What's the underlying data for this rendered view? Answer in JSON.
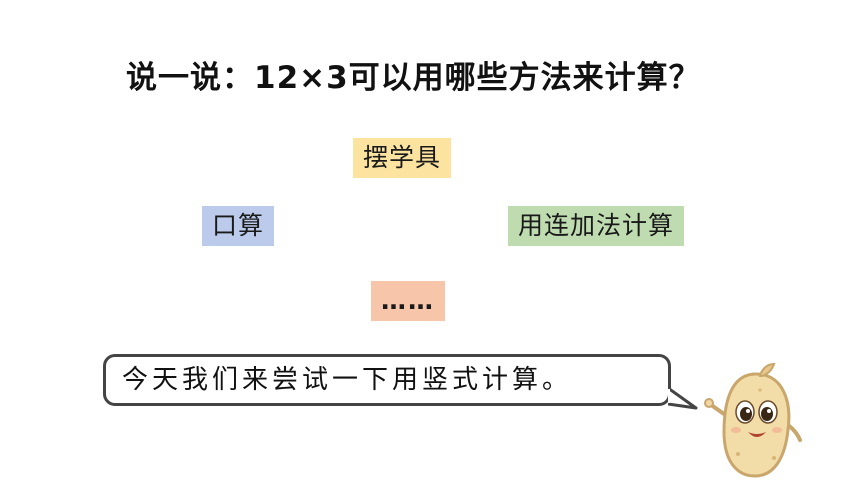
{
  "question": "说一说：12×3可以用哪些方法来计算？",
  "methods": [
    {
      "label": "摆学具",
      "color": "#fde3a0"
    },
    {
      "label": "口算",
      "color": "#bccbeb"
    },
    {
      "label": "用连加法计算",
      "color": "#bfdcb1"
    },
    {
      "label": "……",
      "color": "#f7c6aa"
    }
  ],
  "speech_bubble": {
    "text": "今天我们来尝试一下用竖式计算。"
  },
  "character": {
    "icon": "potato-mascot-icon"
  }
}
